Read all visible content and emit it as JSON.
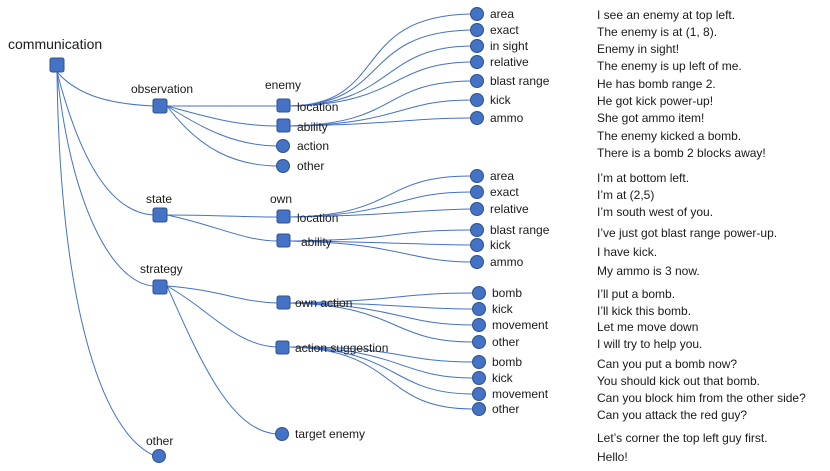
{
  "tree": {
    "root": "communication",
    "categories": [
      {
        "id": "observation",
        "label": "observation"
      },
      {
        "id": "state",
        "label": "state"
      },
      {
        "id": "strategy",
        "label": "strategy"
      },
      {
        "id": "other",
        "label": "other"
      }
    ],
    "group_labels": {
      "enemy": "enemy",
      "own": "own"
    },
    "subnodes": {
      "obs_location": "location",
      "obs_ability": "ability",
      "obs_action": "action",
      "obs_other": "other",
      "own_location": "location",
      "own_ability": "ability",
      "own_action": "own action",
      "action_suggestion": "action suggestion",
      "target_enemy": "target enemy"
    },
    "leaves": {
      "obs_area": "area",
      "obs_exact": "exact",
      "obs_insight": "in sight",
      "obs_relative": "relative",
      "obs_blast": "blast range",
      "obs_kick": "kick",
      "obs_ammo": "ammo",
      "st_area": "area",
      "st_exact": "exact",
      "st_relative": "relative",
      "st_blast": "blast range",
      "st_kick": "kick",
      "st_ammo": "ammo",
      "oa_bomb": "bomb",
      "oa_kick": "kick",
      "oa_movement": "movement",
      "oa_other": "other",
      "as_bomb": "bomb",
      "as_kick": "kick",
      "as_movement": "movement",
      "as_other": "other"
    }
  },
  "examples": [
    "I see an enemy at top left.",
    "The enemy is at (1, 8).",
    "Enemy in sight!",
    "The enemy is up left of me.",
    "He has bomb range 2.",
    "He got kick power-up!",
    "She got ammo item!",
    "The enemy kicked a bomb.",
    "There is a bomb 2 blocks away!",
    "I’m at bottom left.",
    "I’m at (2,5)",
    "I’m south west of you.",
    "I’ve just got blast range power-up.",
    "I have kick.",
    "My ammo is 3 now.",
    "I’ll put a bomb.",
    "I’ll kick this bomb.",
    "Let me move down",
    "I will try to help you.",
    "Can you put a bomb now?",
    "You should kick out that bomb.",
    "Can you block him from the other side?",
    "Can you attack the red guy?",
    "Let’s corner the top left  guy first.",
    "Hello!"
  ],
  "colors": {
    "node_fill": "#4472c4",
    "node_stroke": "#2f528f",
    "edge": "#4472c4"
  }
}
